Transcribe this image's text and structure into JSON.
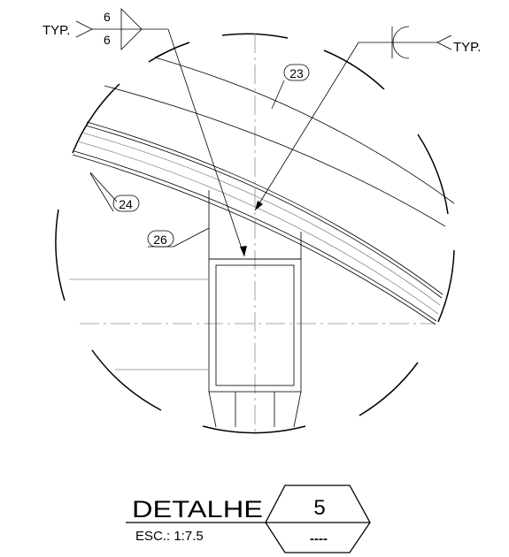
{
  "welds": {
    "left_typ": "TYP.",
    "left_size_top": "6",
    "left_size_bottom": "6",
    "right_typ": "TYP."
  },
  "callouts": {
    "c23": "23",
    "c24": "24",
    "c26": "26"
  },
  "title_block": {
    "detail_label": "DETALHE",
    "detail_number": "5",
    "scale": "ESC.: 1:7.5",
    "sheet_ref": "----"
  }
}
